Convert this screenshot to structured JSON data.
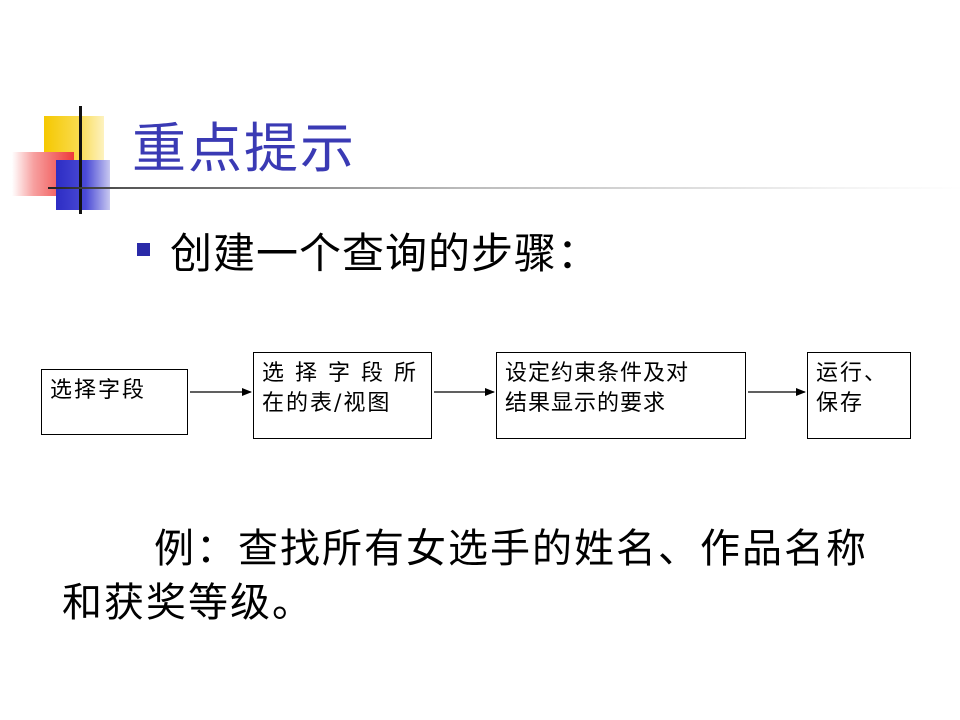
{
  "slide": {
    "title": "重点提示",
    "bullet": "创建一个查询的步骤：",
    "steps": [
      {
        "line1": "选择字段",
        "line2": ""
      },
      {
        "line1": "选 择 字 段 所",
        "line2": "在的表/视图"
      },
      {
        "line1": "设定约束条件及对",
        "line2": "结果显示的要求"
      },
      {
        "line1": "运行、",
        "line2": "保存"
      }
    ],
    "example_line1": "例：查找所有女选手的姓名、作品名称",
    "example_line2": "和获奖等级。"
  },
  "colors": {
    "title": "#3a3ab4",
    "bullet": "#2a2aa8",
    "logo_yellow": "#f5c800",
    "logo_red": "#ee3a3a",
    "logo_blue": "#2d2dc4"
  },
  "icons": {
    "logo": "decorative-squares-logo",
    "bullet": "square-bullet-icon",
    "arrow": "arrow-right-icon"
  }
}
